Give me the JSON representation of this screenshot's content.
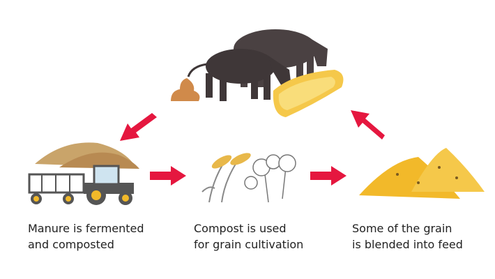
{
  "colors": {
    "arrow": "#e5173f",
    "cow": "#4a4142",
    "grain": "#f2b92a",
    "feed": "#f7d468",
    "hay": "#c9a46a"
  },
  "steps": [
    {
      "line1": "Manure is fermented",
      "line2": "and composted"
    },
    {
      "line1": "Compost is used",
      "line2": "for grain cultivation"
    },
    {
      "line1": "Some of the grain",
      "line2": "is blended into feed"
    }
  ]
}
